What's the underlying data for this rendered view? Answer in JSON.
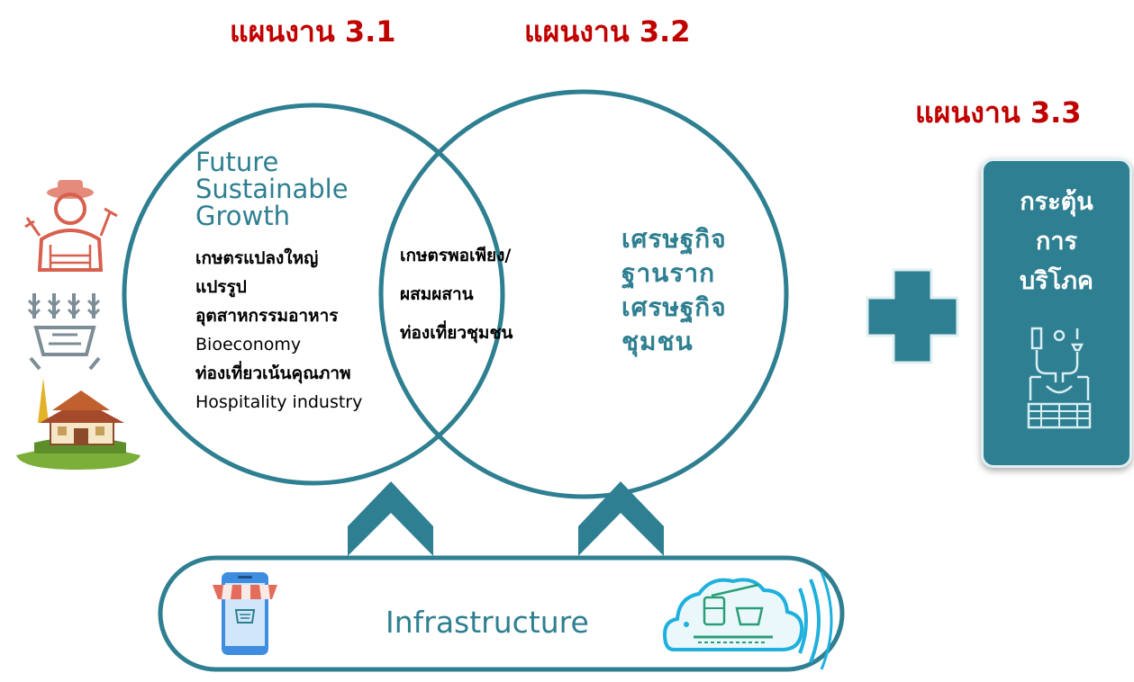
{
  "plans": {
    "plan_3_1": "แผนงาน 3.1",
    "plan_3_2": "แผนงาน 3.2",
    "plan_3_3": "แผนงาน 3.3"
  },
  "left_circle": {
    "title_lines": [
      "Future",
      "Sustainable",
      "Growth"
    ],
    "items": [
      "เกษตรแปลงใหญ่",
      "แปรรูป",
      "อุตสาหกรรมอาหาร",
      "Bioeconomy",
      "ท่องเที่ยวเน้นคุณภาพ",
      "Hospitality industry"
    ]
  },
  "overlap": {
    "items": [
      "เกษตรพอเพียง/",
      "ผสมผสาน",
      "ท่องเที่ยวชุมชน"
    ]
  },
  "right_circle": {
    "items": [
      "เศรษฐกิจ",
      "ฐานราก",
      "เศรษฐกิจ",
      "ชุมชน"
    ]
  },
  "consumption_box": {
    "lines": [
      "กระตุ้น",
      "การ",
      "บริโภค"
    ],
    "icon": "factory-machine-icon"
  },
  "infrastructure": {
    "label": "Infrastructure",
    "left_icon": "mobile-shop-icon",
    "right_icon": "cloud-transport-icon"
  },
  "side_icons": [
    "farmer-icon",
    "crop-field-icon",
    "temple-icon"
  ],
  "colors": {
    "teal": "#2e7f91",
    "plan_label": "#c00000",
    "white": "#ffffff"
  }
}
